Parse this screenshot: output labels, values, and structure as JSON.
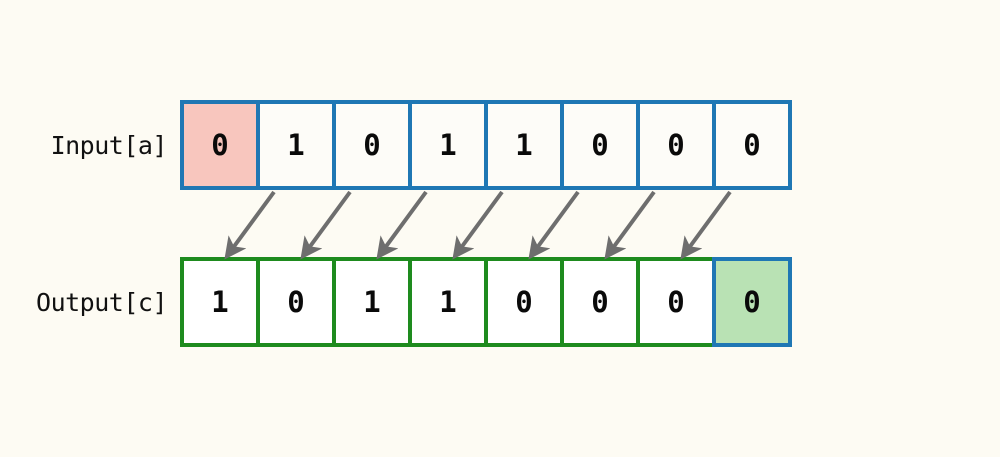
{
  "diagram": {
    "title_visible": false,
    "background_color": "#fdfbf3",
    "colors": {
      "input_border": "#1f77b4",
      "output_border": "#1e8b1e",
      "highlight_in": "#f8c6be",
      "highlight_out": "#b9e2b4",
      "arrow": "#6e6e6e"
    }
  },
  "rows": {
    "input": {
      "label": "Input[a]",
      "cells": [
        {
          "value": "0",
          "highlight": "pink"
        },
        {
          "value": "1",
          "highlight": "none"
        },
        {
          "value": "0",
          "highlight": "none"
        },
        {
          "value": "1",
          "highlight": "none"
        },
        {
          "value": "1",
          "highlight": "none"
        },
        {
          "value": "0",
          "highlight": "none"
        },
        {
          "value": "0",
          "highlight": "none"
        },
        {
          "value": "0",
          "highlight": "none"
        }
      ]
    },
    "output": {
      "label": "Output[c]",
      "cells": [
        {
          "value": "1",
          "highlight": "none"
        },
        {
          "value": "0",
          "highlight": "none"
        },
        {
          "value": "1",
          "highlight": "none"
        },
        {
          "value": "1",
          "highlight": "none"
        },
        {
          "value": "0",
          "highlight": "none"
        },
        {
          "value": "0",
          "highlight": "none"
        },
        {
          "value": "0",
          "highlight": "none"
        },
        {
          "value": "0",
          "highlight": "green"
        }
      ]
    }
  },
  "arrows": [
    {
      "from_index": 1,
      "to_index": 0
    },
    {
      "from_index": 2,
      "to_index": 1
    },
    {
      "from_index": 3,
      "to_index": 2
    },
    {
      "from_index": 4,
      "to_index": 3
    },
    {
      "from_index": 5,
      "to_index": 4
    },
    {
      "from_index": 6,
      "to_index": 5
    },
    {
      "from_index": 7,
      "to_index": 6
    }
  ]
}
